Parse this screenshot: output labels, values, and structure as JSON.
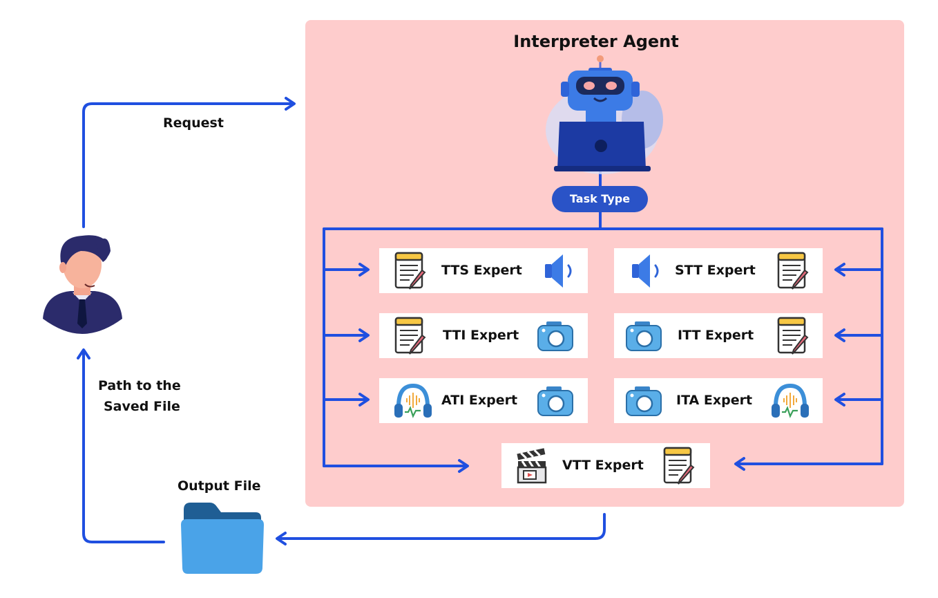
{
  "title": "Interpreter Agent",
  "task_type": "Task Type",
  "labels": {
    "request": "Request",
    "path_line1": "Path to the",
    "path_line2": "Saved File",
    "output_file": "Output File"
  },
  "experts": [
    {
      "name": "TTS Expert",
      "left_icon": "document-pencil-icon",
      "right_icon": "speaker-icon"
    },
    {
      "name": "STT Expert",
      "left_icon": "speaker-icon",
      "right_icon": "document-pencil-icon"
    },
    {
      "name": "TTI Expert",
      "left_icon": "document-pencil-icon",
      "right_icon": "camera-icon"
    },
    {
      "name": "ITT Expert",
      "left_icon": "camera-icon",
      "right_icon": "document-pencil-icon"
    },
    {
      "name": "ATI Expert",
      "left_icon": "headphones-icon",
      "right_icon": "camera-icon"
    },
    {
      "name": "ITA Expert",
      "left_icon": "camera-icon",
      "right_icon": "headphones-icon"
    },
    {
      "name": "VTT Expert",
      "left_icon": "clapperboard-icon",
      "right_icon": "document-pencil-icon"
    }
  ],
  "colors": {
    "panel": "#fecccc",
    "arrow": "#1f4fe0",
    "pill": "#2a53c7",
    "folder_light": "#4aa3e8",
    "folder_dark": "#1f5e94"
  }
}
